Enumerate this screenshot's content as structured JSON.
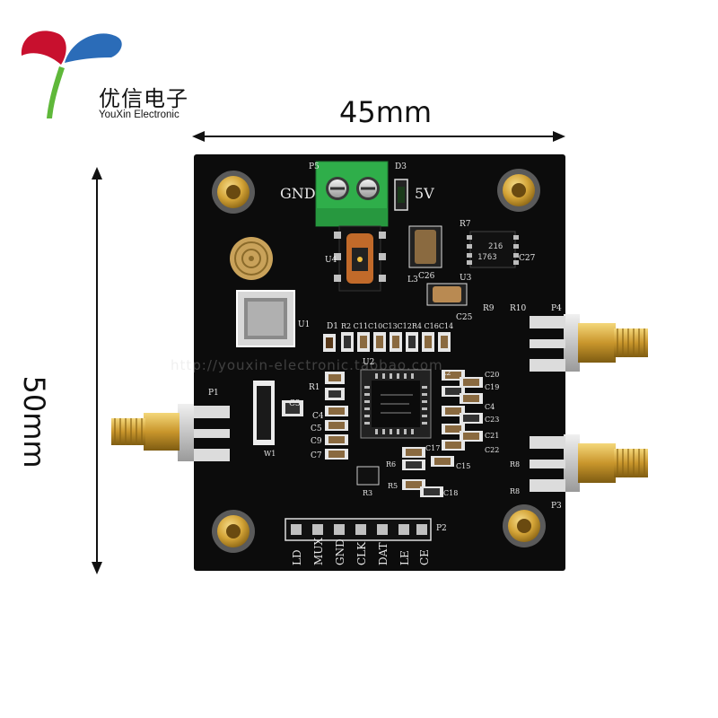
{
  "brand": {
    "name_cn": "优信电子",
    "name_en": "YouXin Electronic",
    "colors": {
      "red": "#c8102e",
      "blue": "#2b6cb8",
      "green": "#5fb83a"
    }
  },
  "dimensions": {
    "width": "45mm",
    "height": "50mm"
  },
  "board": {
    "power_labels": {
      "gnd": "GND",
      "v5": "5V"
    },
    "header_pins": [
      "LD",
      "MUX",
      "GND",
      "CLK",
      "DAT",
      "LE",
      "CE"
    ],
    "header_ref": "P2",
    "chip_u3_text": [
      "216",
      "1763"
    ],
    "watermark": "http://youxin-electronic.taobao.com",
    "colors": {
      "pcb": "#0c0c0c",
      "gold": "#d4a437",
      "terminal": "#2fae4a"
    }
  }
}
